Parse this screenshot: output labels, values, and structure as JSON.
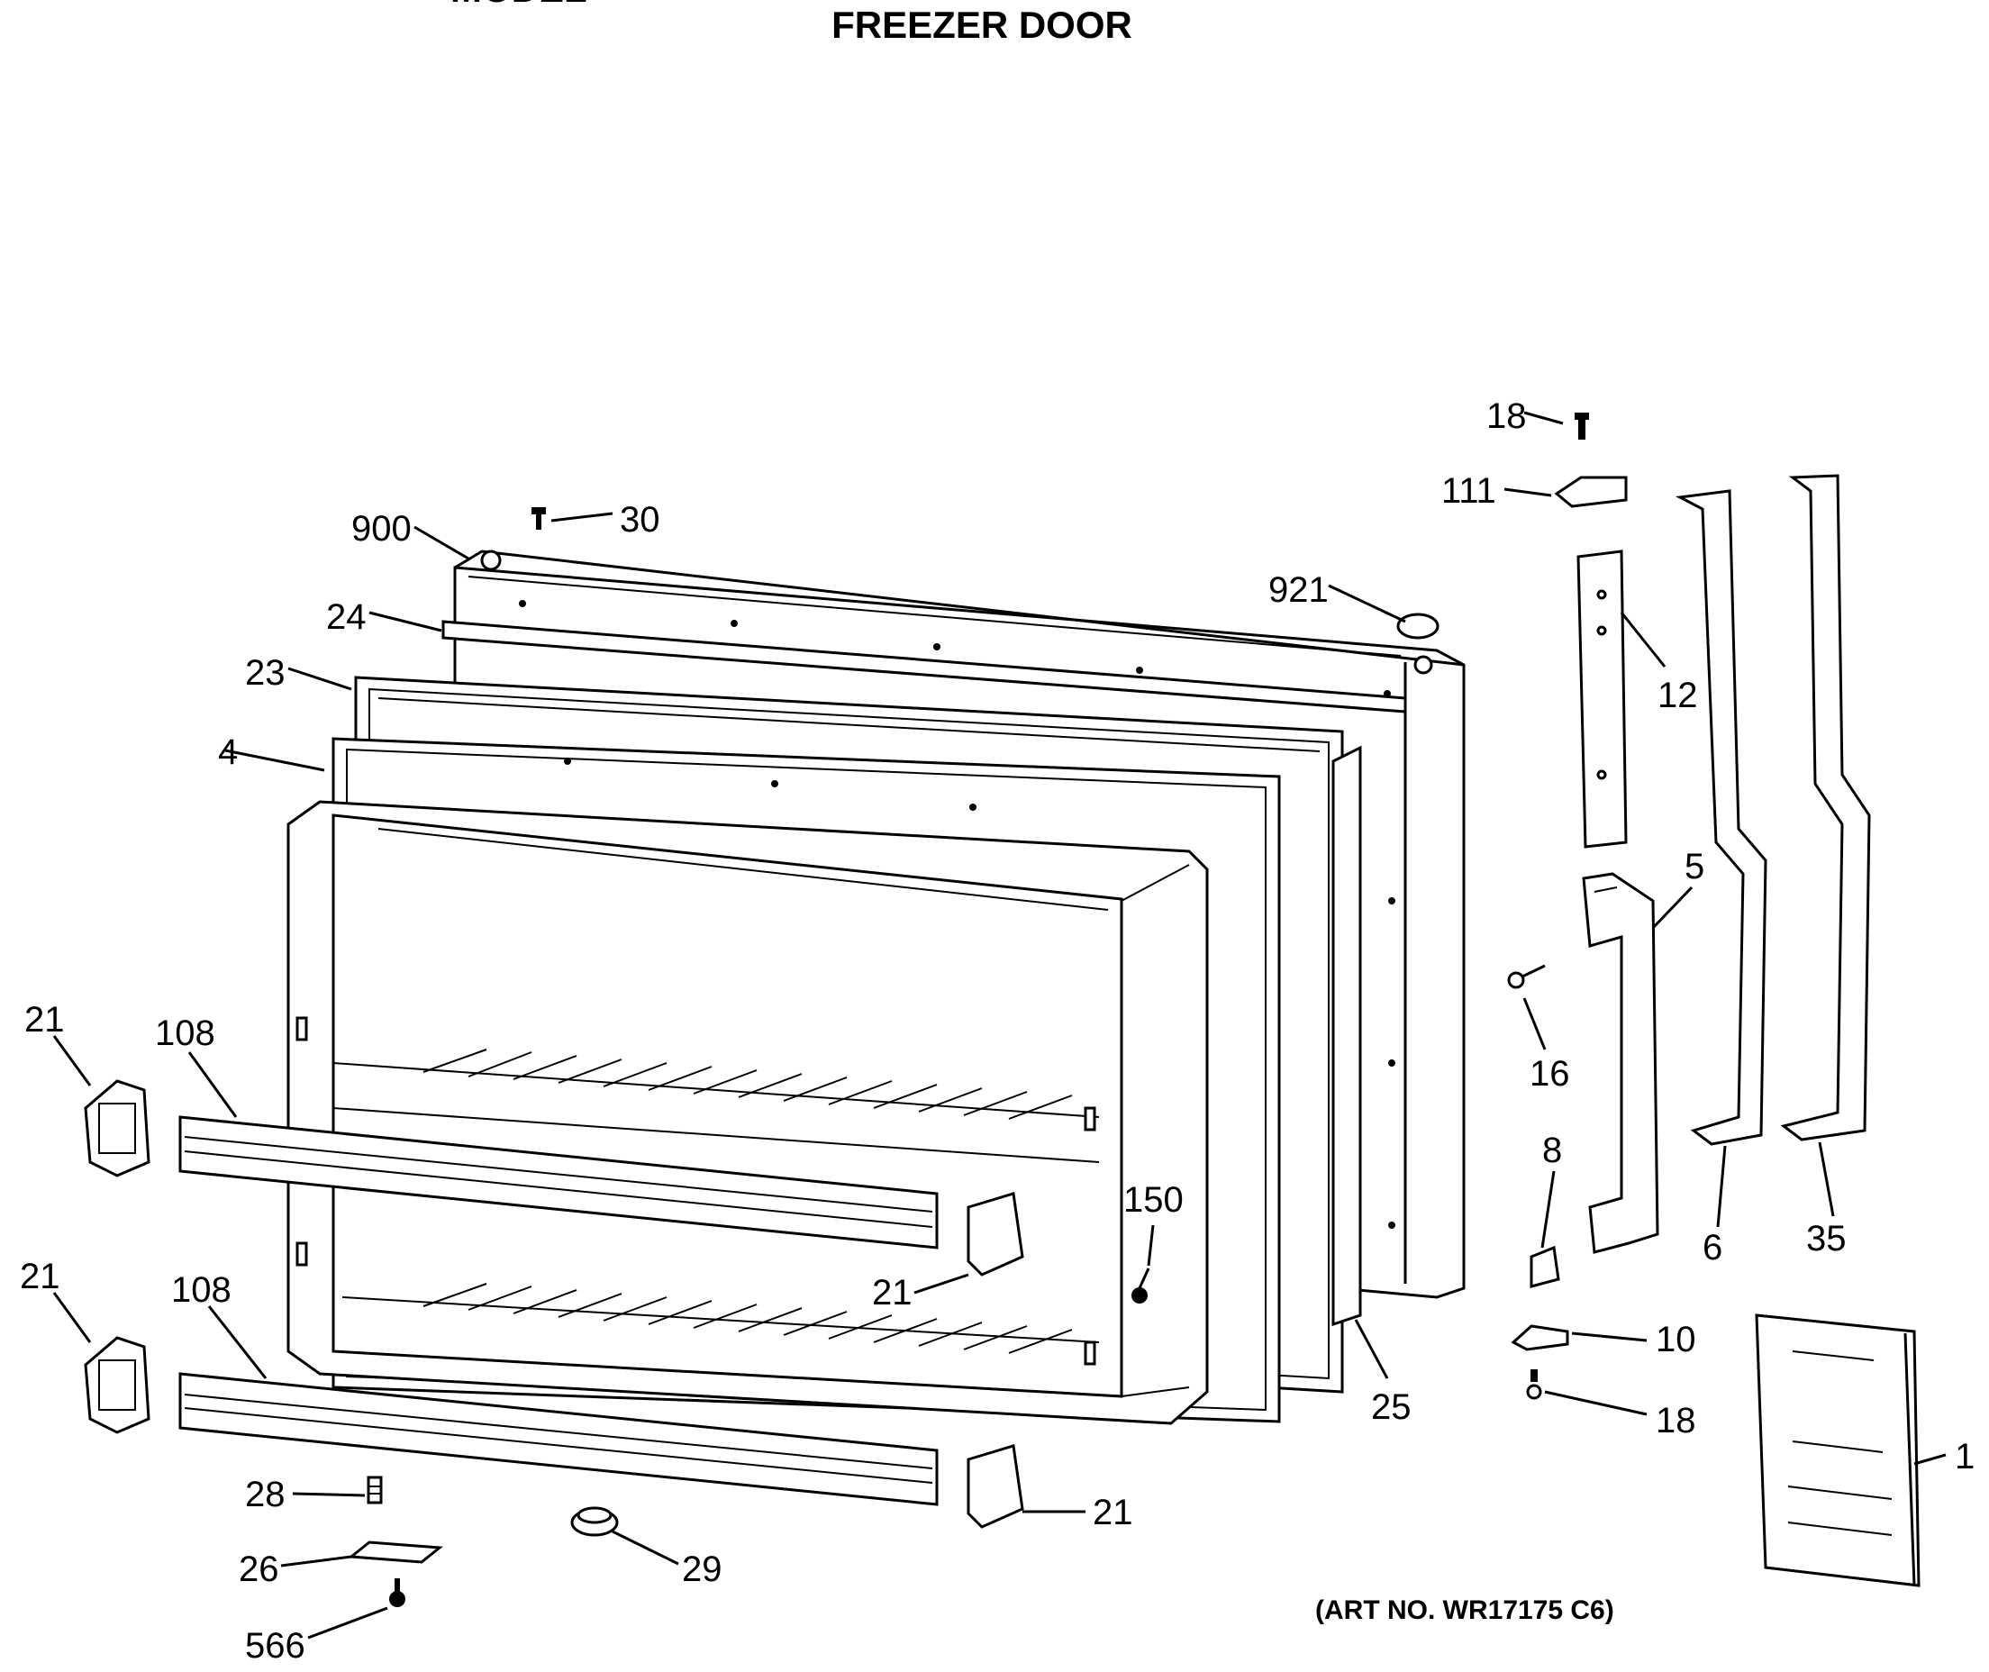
{
  "title_line_1": "MODEL",
  "title_line_2": "FREEZER DOOR",
  "art_number": "(ART NO. WR17175 C6)",
  "callouts": {
    "c18_top": "18",
    "c111": "111",
    "c900": "900",
    "c30": "30",
    "c921": "921",
    "c24": "24",
    "c12": "12",
    "c23": "23",
    "c4": "4",
    "c5": "5",
    "c21_a": "21",
    "c108_a": "108",
    "c16": "16",
    "c8": "8",
    "c6": "6",
    "c35": "35",
    "c150": "150",
    "c21_b": "21",
    "c108_b": "108",
    "c21_c": "21",
    "c10": "10",
    "c25": "25",
    "c18_bot": "18",
    "c1": "1",
    "c28": "28",
    "c21_d": "21",
    "c26": "26",
    "c29": "29",
    "c566": "566"
  }
}
